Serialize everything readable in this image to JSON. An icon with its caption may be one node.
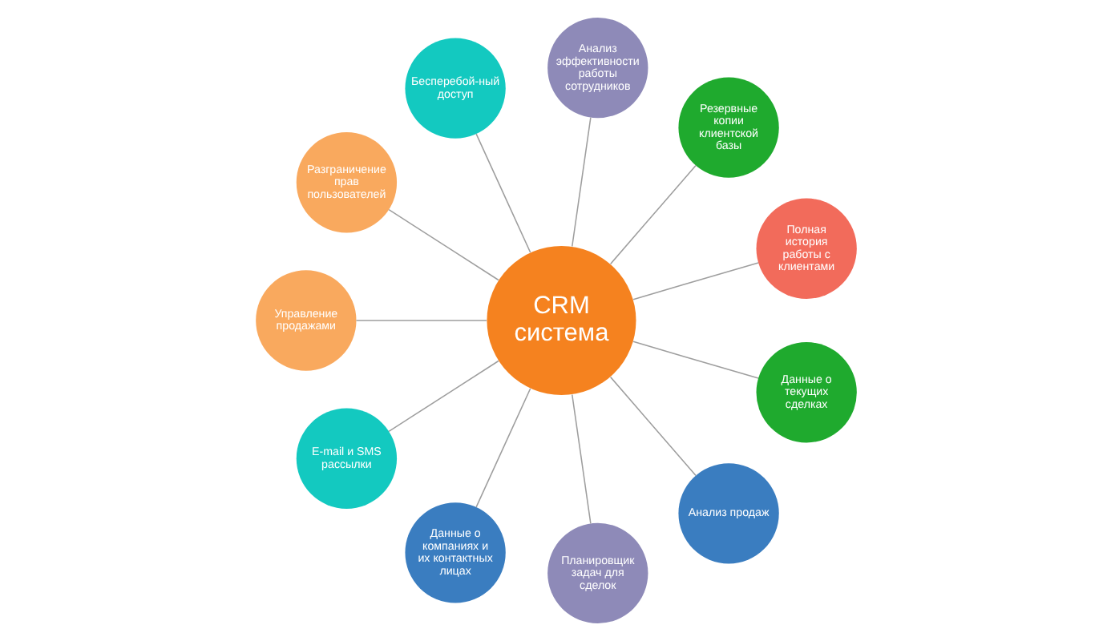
{
  "diagram": {
    "nodes": [
      {
        "text": [
          "CRM система"
        ]
      },
      {
        "text": [
          "Полная история работы с клиентами"
        ]
      },
      {
        "text": [
          "Резервные копии клиентской базы"
        ]
      },
      {
        "text": [
          "Анализ эффективности работы сотрудников"
        ]
      },
      {
        "text": [
          "Бесперебой-ный доступ"
        ]
      },
      {
        "text": [
          "Разграничение прав пользователей"
        ]
      },
      {
        "text": [
          "Управление продажами"
        ]
      },
      {
        "text": [
          "E-mail и SMS рассылки"
        ]
      },
      {
        "text": [
          "Данные о компаниях и их контактных лицах"
        ]
      },
      {
        "text": [
          "Планировщик задач для сделок"
        ]
      },
      {
        "text": [
          "Анализ продаж"
        ]
      },
      {
        "text": [
          "Данные о текущих сделках"
        ]
      }
    ],
    "edges": [
      {
        "from": 0,
        "to": 1,
        "arrow": "none"
      },
      {
        "from": 0,
        "to": 2,
        "arrow": "none"
      },
      {
        "from": 0,
        "to": 3,
        "arrow": "none"
      },
      {
        "from": 0,
        "to": 4,
        "arrow": "none"
      },
      {
        "from": 0,
        "to": 5,
        "arrow": "none"
      },
      {
        "from": 0,
        "to": 6,
        "arrow": "none"
      },
      {
        "from": 0,
        "to": 7,
        "arrow": "none"
      },
      {
        "from": 0,
        "to": 8,
        "arrow": "none"
      },
      {
        "from": 0,
        "to": 9,
        "arrow": "none"
      },
      {
        "from": 0,
        "to": 10,
        "arrow": "none"
      },
      {
        "from": 0,
        "to": 11,
        "arrow": "none"
      }
    ]
  }
}
